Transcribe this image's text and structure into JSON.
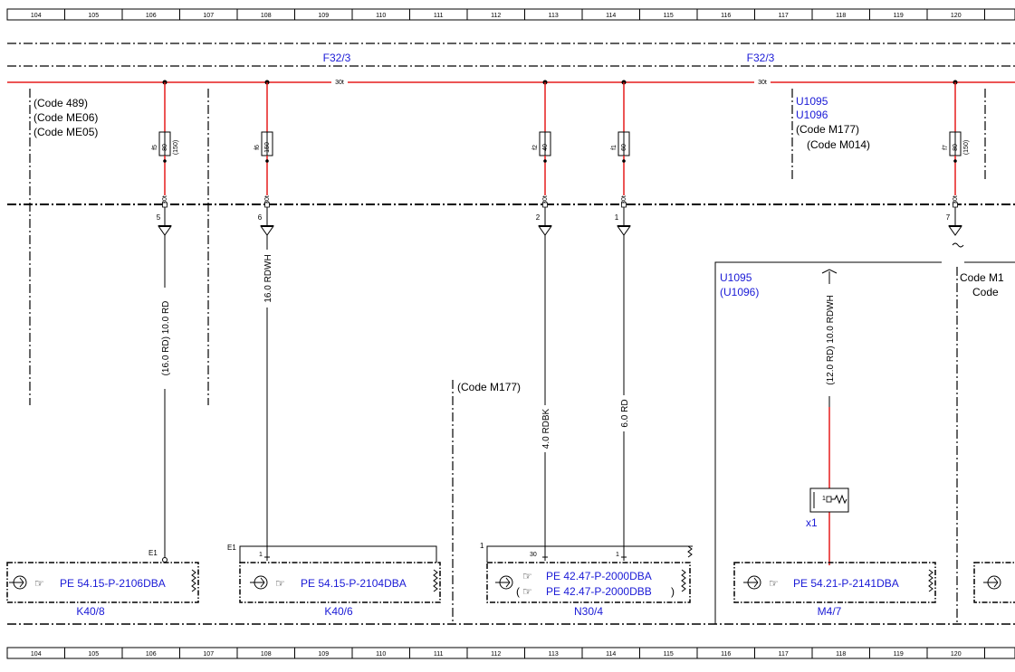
{
  "ruler": [
    "104",
    "105",
    "106",
    "107",
    "108",
    "109",
    "110",
    "111",
    "112",
    "113",
    "114",
    "115",
    "116",
    "117",
    "118",
    "119",
    "120"
  ],
  "bus": {
    "label_left": "F32/3",
    "label_right": "F32/3",
    "terminal": "30t",
    "color": "#e51c1c"
  },
  "codes_left": [
    "(Code 489)",
    "(Code ME06)",
    "(Code ME05)"
  ],
  "codes_right": {
    "u1": "U1095",
    "u2": "U1096",
    "m177": "(Code M177)",
    "m014": "(Code M014)"
  },
  "fuses": [
    {
      "id": "f5",
      "rating": "80",
      "alt": "(150)",
      "terminal": "30t",
      "pin": "5"
    },
    {
      "id": "f6",
      "rating": "150",
      "alt": "",
      "terminal": "30t",
      "pin": "6"
    },
    {
      "id": "f2",
      "rating": "40",
      "alt": "",
      "terminal": "30t",
      "pin": "2"
    },
    {
      "id": "f1",
      "rating": "60",
      "alt": "",
      "terminal": "30t",
      "pin": "1"
    },
    {
      "id": "f7",
      "rating": "80",
      "alt": "(150)",
      "terminal": "30t",
      "pin": "7"
    }
  ],
  "wires": {
    "w1": "(16.0 RD) 10.0 RD",
    "w2": "16.0 RDWH",
    "w3": "4.0 RDBK",
    "w4": "6.0 RD",
    "w5": "(12.0 RD) 10.0 RDWH"
  },
  "code_m177_mid": "(Code M177)",
  "region_right": {
    "u1": "U1095",
    "u2": "(U1096)"
  },
  "code_edge": {
    "line1": "Code M1",
    "line2": "Code"
  },
  "components": [
    {
      "ref": "PE 54.15-P-2106DBA",
      "name": "K40/8",
      "conn": "E1"
    },
    {
      "ref": "PE 54.15-P-2104DBA",
      "name": "K40/6",
      "conn": "E1",
      "pin": "1"
    },
    {
      "ref": "PE 42.47-P-2000DBA",
      "ref2": "PE 42.47-P-2000DBB",
      "name": "N30/4",
      "conn": "1",
      "pin_a": "30",
      "pin_b": "1"
    },
    {
      "ref": "PE 54.21-P-2141DBA",
      "name": "M4/7"
    }
  ],
  "x1": {
    "label": "x1",
    "pin": "1"
  },
  "paren_open": "(",
  "paren_close": ")"
}
